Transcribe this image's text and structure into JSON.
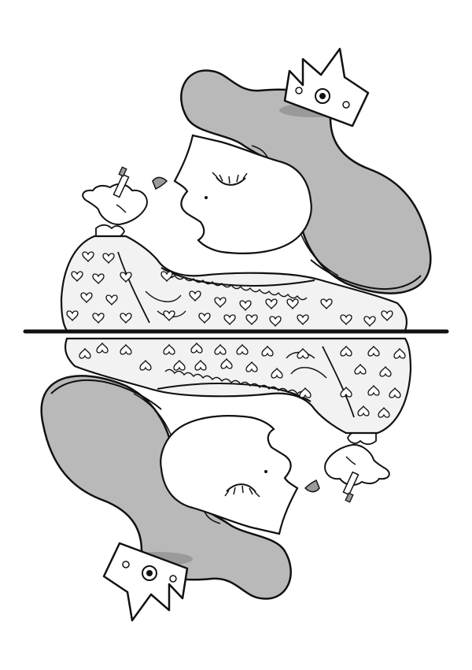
{
  "illustration": {
    "subject": "queen-playing-card",
    "style": "grayscale-line-art",
    "mirrored": true,
    "colors": {
      "background": "#ffffff",
      "ink": "#111111",
      "hair": "#b9b9b9",
      "hair_shadow": "#9a9a9a",
      "dress": "#f2f2f2",
      "skin": "#ffffff"
    },
    "motifs": [
      "crown-icon",
      "heart-pattern",
      "lipstick-icon",
      "fan-hand"
    ]
  }
}
